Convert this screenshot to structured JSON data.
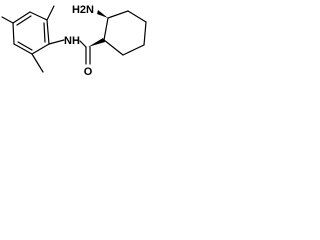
{
  "molecule": {
    "labels": {
      "amine": "H2N",
      "amide_nh": "NH",
      "carbonyl_o": "O"
    }
  }
}
